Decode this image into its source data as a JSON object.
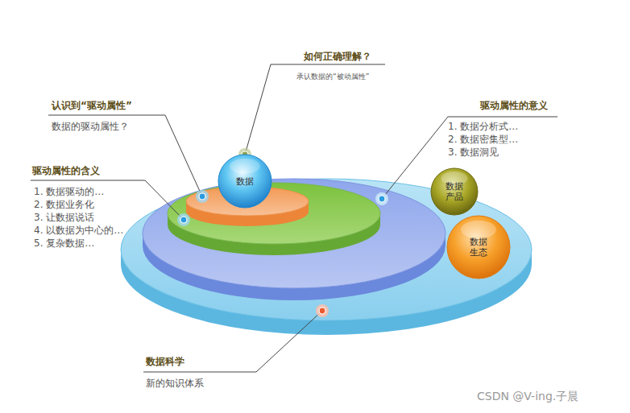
{
  "diagram": {
    "nodes": [
      {
        "text": [
          "数据"
        ]
      },
      {
        "text": [
          "数据 产品"
        ]
      },
      {
        "text": [
          "数据 生态"
        ]
      }
    ],
    "labels": [
      "如何正确理解？",
      "承认数据的“被动属性”",
      "认识到“驱动属性”",
      "数据的驱动属性？",
      "驱动属性的含义",
      "1. 数据驱动的…",
      "2. 数据业务化",
      "3. 让数据说话",
      "4. 以数据为中心的…",
      "5. 复杂数据…",
      "驱动属性的意义",
      "1. 数据分析式…",
      "2. 数据密集型…",
      "3. 数据洞见",
      "数据科学",
      "新的知识体系",
      "CSDN @V-ing.子晨"
    ]
  }
}
